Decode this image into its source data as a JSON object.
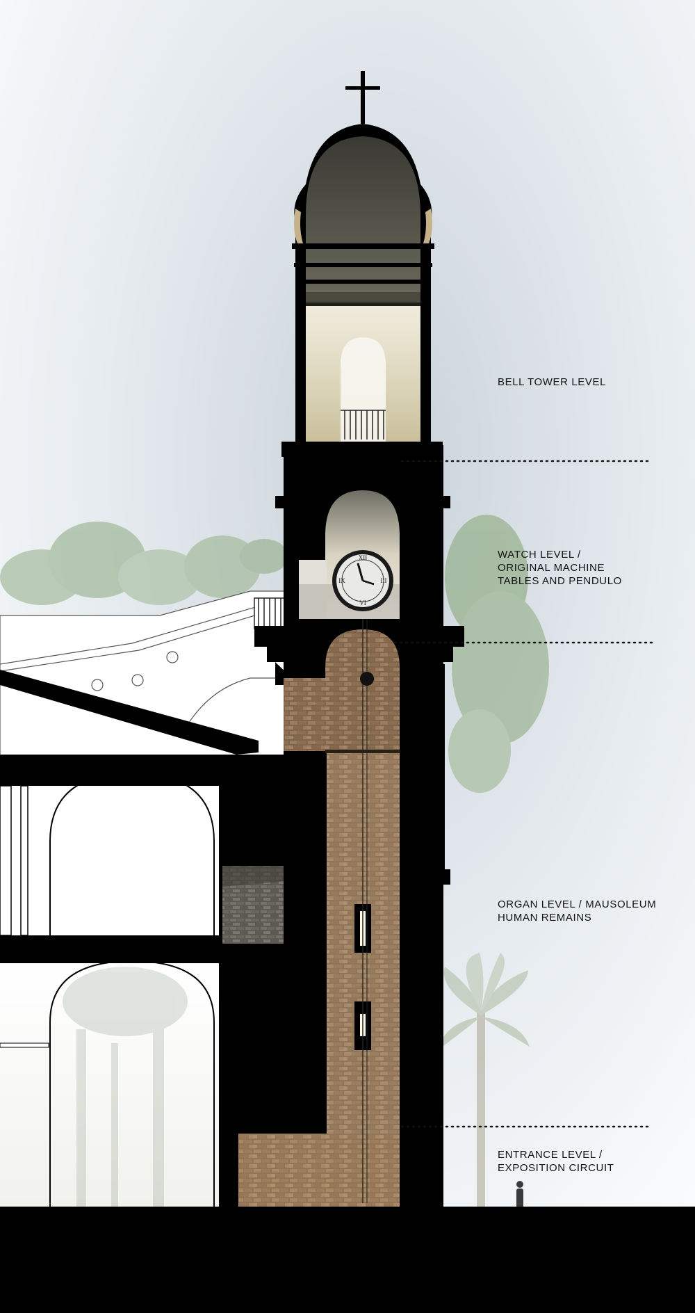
{
  "levels": {
    "bell_tower": {
      "lines": [
        "BELL TOWER LEVEL"
      ]
    },
    "watch": {
      "lines": [
        "WATCH LEVEL /",
        "ORIGINAL MACHINE",
        "TABLES AND PENDULO"
      ]
    },
    "organ": {
      "lines": [
        "ORGAN LEVEL / MAUSOLEUM",
        "HUMAN REMAINS"
      ]
    },
    "entrance": {
      "lines": [
        "ENTRANCE LEVEL /",
        "EXPOSITION CIRCUIT"
      ]
    }
  },
  "colors": {
    "section_fill": "#000000",
    "brick": "#8a6e52",
    "stone": "#d8cfb0",
    "sky": "#e9eef2",
    "foliage": "#9fb89a"
  },
  "icons": {
    "cross": "cross-icon",
    "clock": "clock-face",
    "lamp": "lamp-icon"
  }
}
